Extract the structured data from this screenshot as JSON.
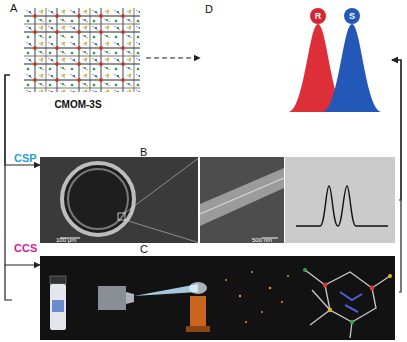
{
  "diagram": {
    "nodes": [
      {
        "text": [
          "A",
          "CMOM-3S"
        ]
      },
      {
        "text": [
          "D"
        ]
      },
      {
        "text": [
          "R"
        ],
        "in": 1
      },
      {
        "text": [
          "S"
        ],
        "in": 1
      },
      {
        "text": [
          "B"
        ]
      },
      {
        "text": [
          "C"
        ]
      }
    ],
    "edges": [
      {
        "from": 0,
        "to": 1,
        "arrow": "to"
      },
      {
        "from": 0,
        "to": 4,
        "arrow": "to",
        "label": "CSP"
      },
      {
        "from": 0,
        "to": 5,
        "arrow": "to",
        "label": "CCS"
      },
      {
        "from": 4,
        "to": 1,
        "arrow": "to"
      },
      {
        "from": 5,
        "to": 1,
        "arrow": "to"
      }
    ],
    "labels": [
      "100 μm",
      "500 nm"
    ]
  }
}
